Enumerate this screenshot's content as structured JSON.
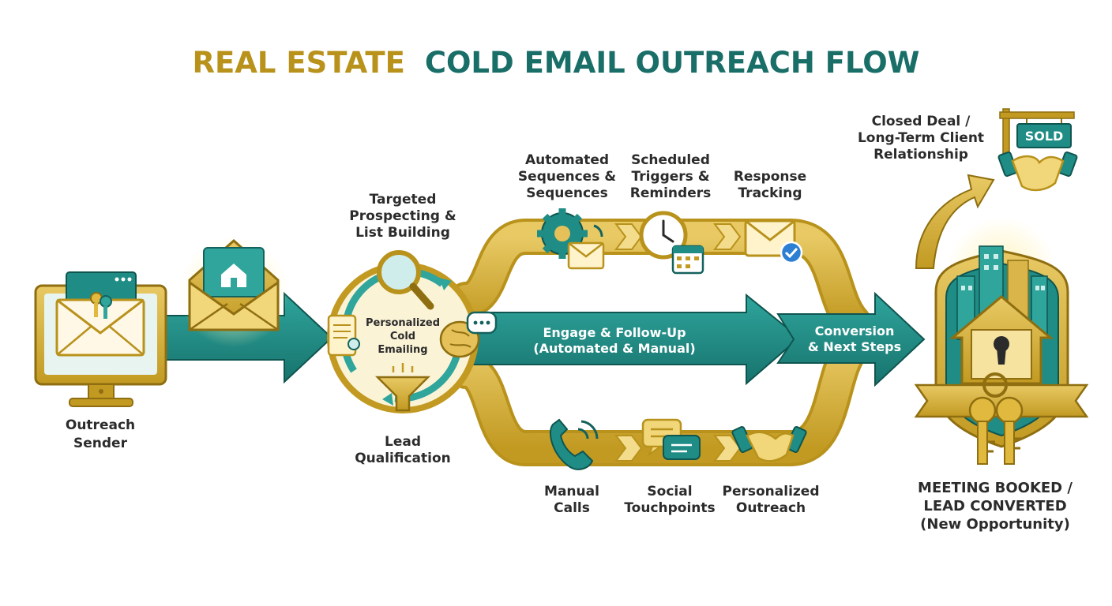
{
  "title": {
    "part1": "REAL ESTATE",
    "part2": "COLD EMAIL OUTREACH FLOW"
  },
  "colors": {
    "gold": "#C9A227",
    "gold_dark": "#9C7A12",
    "teal": "#1F8C85",
    "teal_dark": "#14625D",
    "cream": "#FBF3D6"
  },
  "sender": {
    "lines": [
      "Outreach",
      "Sender"
    ]
  },
  "hub": {
    "prospecting": [
      "Targeted",
      "Prospecting &",
      "List Building"
    ],
    "center": [
      "Personalized",
      "Cold",
      "Emailing"
    ],
    "qualification": [
      "Lead",
      "Qualification"
    ]
  },
  "main_arrow": {
    "lines": [
      "Engage & Follow-Up",
      "(Automated & Manual)"
    ]
  },
  "conversion": {
    "lines": [
      "Conversion",
      "& Next Steps"
    ]
  },
  "top_track": [
    {
      "lines": [
        "Automated",
        "Sequences &",
        "Sequences"
      ],
      "icon": "gear-email-icon"
    },
    {
      "lines": [
        "Scheduled",
        "Triggers &",
        "Reminders"
      ],
      "icon": "clock-calendar-icon"
    },
    {
      "lines": [
        "Response",
        "Tracking"
      ],
      "icon": "email-check-icon"
    }
  ],
  "bottom_track": [
    {
      "lines": [
        "Manual",
        "Calls"
      ],
      "icon": "phone-icon"
    },
    {
      "lines": [
        "Social",
        "Touchpoints"
      ],
      "icon": "chat-bubbles-icon"
    },
    {
      "lines": [
        "Personalized",
        "Outreach"
      ],
      "icon": "handshake-icon"
    }
  ],
  "closed_deal": {
    "lines": [
      "Closed Deal /",
      "Long-Term Client",
      "Relationship"
    ],
    "sign": "SOLD"
  },
  "result": {
    "lines": [
      "MEETING BOOKED /",
      "LEAD CONVERTED",
      "(New Opportunity)"
    ]
  }
}
